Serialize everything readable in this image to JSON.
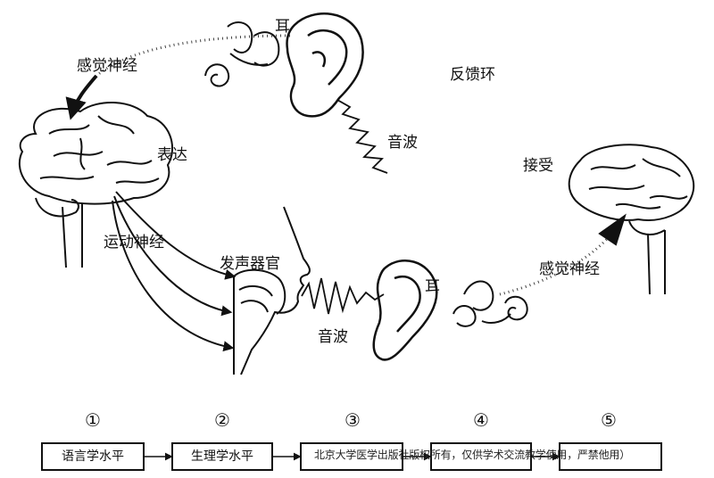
{
  "labels": {
    "ear_top": "耳",
    "sensory_nerve_top": "感觉神经",
    "feedback_loop": "反馈环",
    "express": "表达",
    "sound_wave_top": "音波",
    "receive": "接受",
    "motor_nerve": "运动神经",
    "vocal_organ": "发声器官",
    "ear_bottom": "耳",
    "sensory_nerve_bottom": "感觉神经",
    "sound_wave_bottom": "音波"
  },
  "levels": [
    {
      "number": "①",
      "label": "语言学水平"
    },
    {
      "number": "②",
      "label": "生理学水平"
    },
    {
      "number": "③",
      "label": ""
    },
    {
      "number": "④",
      "label": ""
    },
    {
      "number": "⑤",
      "label": ""
    }
  ],
  "watermark": "北京大学医学出版社版权所有，仅供学术交流教学使用，严禁他用）"
}
